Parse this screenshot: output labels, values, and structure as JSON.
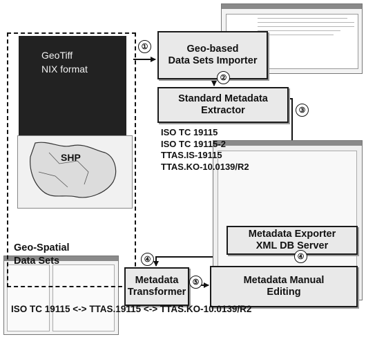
{
  "datasets": {
    "raster_line1": "GeoTiff",
    "raster_line2": "NIX format",
    "shp_label": "SHP",
    "caption_line1": "Geo-Spatial",
    "caption_line2": "Data Sets"
  },
  "boxes": {
    "importer": [
      "Geo-based",
      "Data Sets Importer"
    ],
    "extractor": [
      "Standard Metadata",
      "Extractor"
    ],
    "exporter": [
      "Metadata Exporter",
      "XML DB Server"
    ],
    "transformer": [
      "Metadata",
      "Transformer"
    ],
    "editing": [
      "Metadata Manual",
      "Editing"
    ]
  },
  "steps": [
    "①",
    "②",
    "③",
    "④",
    "④",
    "⑤"
  ],
  "standards": [
    "ISO TC 19115",
    "ISO TC 19115-2",
    "TTAS.IS-19115",
    "TTAS.KO-10.0139/R2"
  ],
  "mapping_caption": "ISO TC 19115 <-> TTAS.19115 <-> TTAS.KO-10.0139/R2",
  "colors": {
    "box_fill": "#e9e9e9",
    "box_border": "#1a1a1a",
    "raster_fill": "#222222"
  }
}
